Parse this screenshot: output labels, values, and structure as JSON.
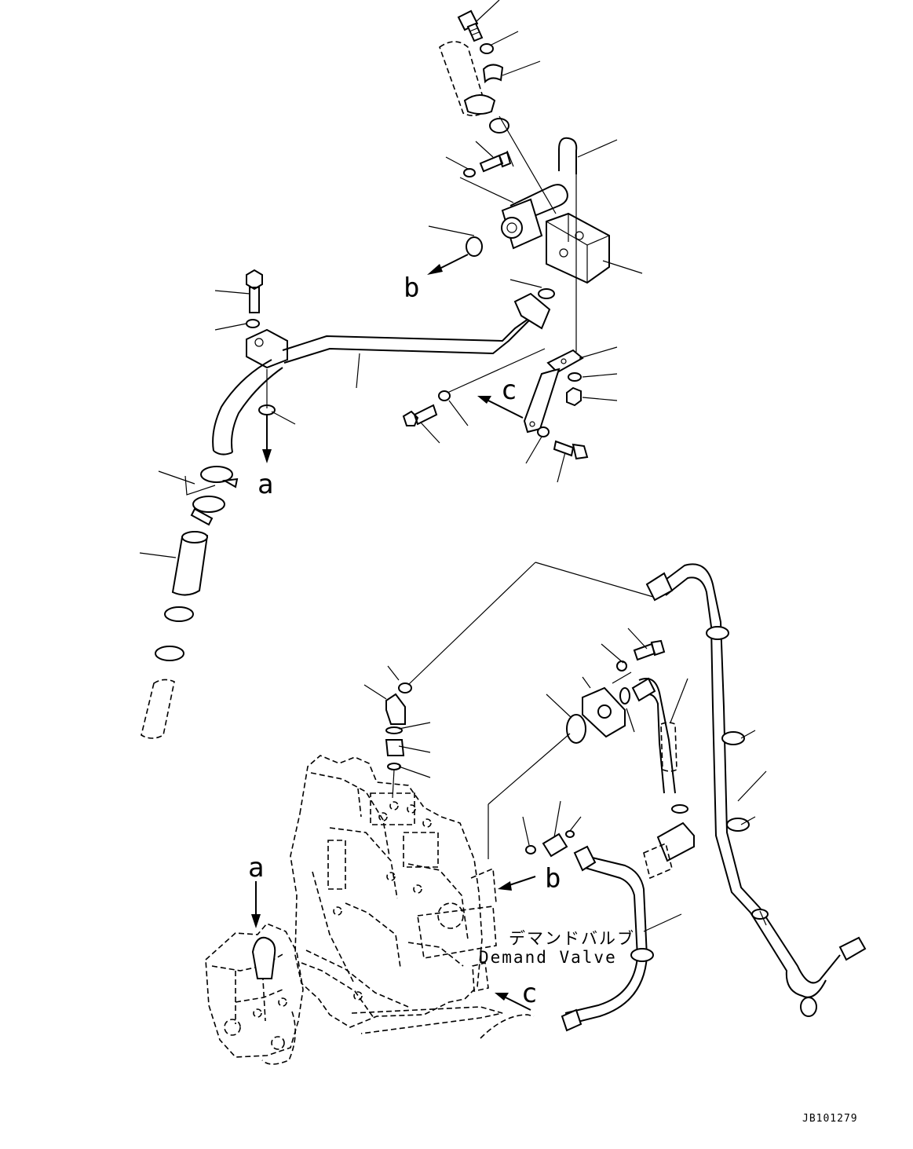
{
  "figure": {
    "reference_code": "JB101279",
    "demand_valve_label_jp": "デマンドバルブ",
    "demand_valve_label_en": "Demand Valve",
    "view_markers": {
      "a_top": "a",
      "a_bottom": "a",
      "b_top": "b",
      "b_bottom": "b",
      "c_top": "c",
      "c_bottom": "c"
    }
  }
}
